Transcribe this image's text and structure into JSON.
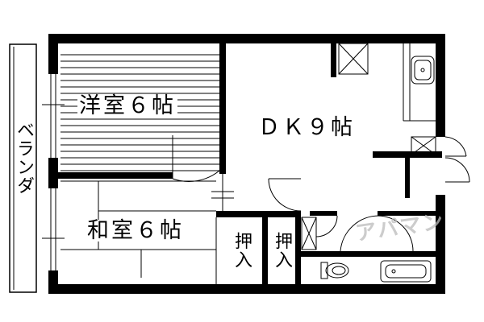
{
  "rooms": {
    "western": "洋室６帖",
    "dining_kitchen": "ＤＫ９帖",
    "japanese": "和室６帖"
  },
  "balcony": "ベランダ",
  "closets": [
    "押入",
    "押入"
  ],
  "watermark": "アパマン"
}
